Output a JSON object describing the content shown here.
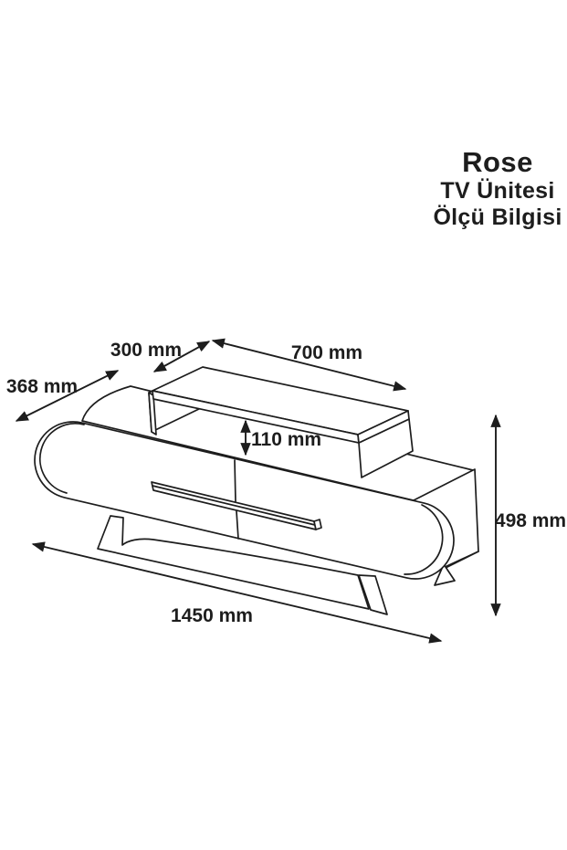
{
  "page": {
    "background": "#ffffff",
    "ink": "#1d1d1d"
  },
  "title_block": {
    "product_name": "Rose",
    "subtitle_line1": "TV Ünitesi",
    "subtitle_line2": "Ölçü Bilgisi"
  },
  "diagram": {
    "type": "furniture-dimension-drawing",
    "object": "TV stand shown in isometric line drawing with dimension arrows",
    "dimension_labels": {
      "body_depth": "368 mm",
      "shelf_depth": "300 mm",
      "shelf_width": "700 mm",
      "shelf_gap_height": "110 mm",
      "total_height": "498 mm",
      "total_width": "1450 mm"
    }
  }
}
